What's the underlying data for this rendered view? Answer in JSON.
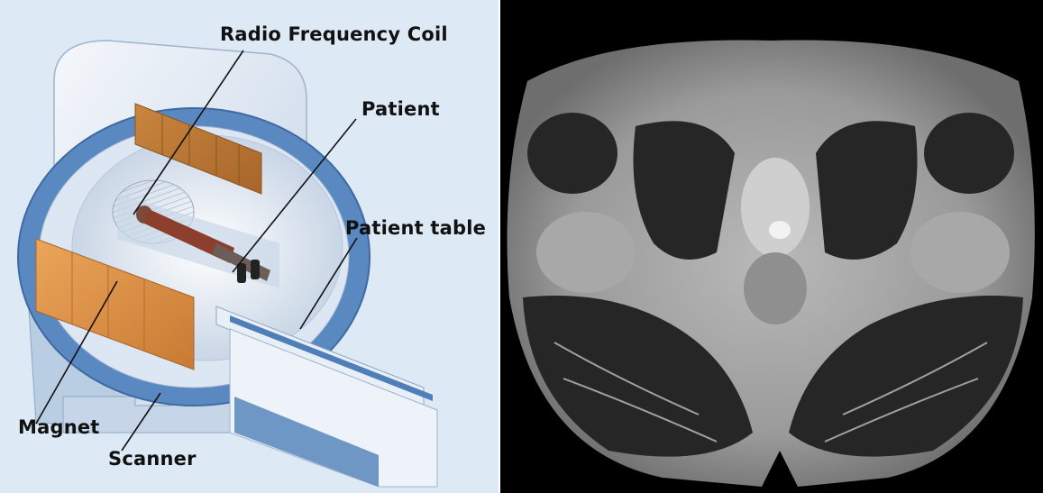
{
  "labels": {
    "radio_frequency_coil": "Radio Frequency Coil",
    "patient": "Patient",
    "patient_table": "Patient table",
    "magnet": "Magnet",
    "scanner": "Scanner"
  },
  "colors": {
    "left_background": "#dde9f4",
    "coil_orange": "#d98c3e",
    "scanner_blue": "#4f7fb8",
    "mri_background": "#000000"
  }
}
